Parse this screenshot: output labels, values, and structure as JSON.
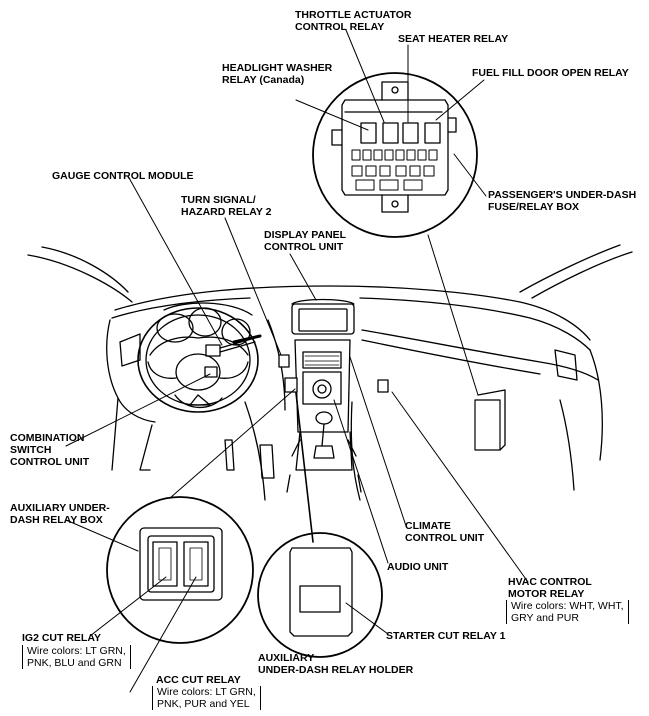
{
  "labels": {
    "throttle_actuator": [
      "THROTTLE ACTUATOR",
      "CONTROL RELAY"
    ],
    "seat_heater": [
      "SEAT HEATER RELAY"
    ],
    "headlight_washer": [
      "HEADLIGHT WASHER",
      "RELAY (Canada)"
    ],
    "fuel_fill_door": [
      "FUEL FILL DOOR OPEN RELAY"
    ],
    "gauge_control_module": [
      "GAUGE CONTROL MODULE"
    ],
    "turn_signal": [
      "TURN SIGNAL/",
      "HAZARD RELAY 2"
    ],
    "display_panel": [
      "DISPLAY PANEL",
      "CONTROL UNIT"
    ],
    "passenger_fuse_box": [
      "PASSENGER'S UNDER-DASH",
      "FUSE/RELAY BOX"
    ],
    "combination_switch": [
      "COMBINATION",
      "SWITCH",
      "CONTROL UNIT"
    ],
    "aux_relay_box": [
      "AUXILIARY UNDER-",
      "DASH RELAY BOX"
    ],
    "climate_control": [
      "CLIMATE",
      "CONTROL UNIT"
    ],
    "audio_unit": [
      "AUDIO UNIT"
    ],
    "hvac_relay": [
      "HVAC CONTROL",
      "MOTOR RELAY"
    ],
    "starter_cut": [
      "STARTER CUT RELAY 1"
    ],
    "ig2_cut": [
      "IG2 CUT RELAY"
    ],
    "aux_relay_holder": [
      "AUXILIARY",
      "UNDER-DASH RELAY HOLDER"
    ],
    "acc_cut": [
      "ACC CUT RELAY"
    ]
  },
  "wire_notes": {
    "hvac": [
      "Wire colors: WHT, WHT,",
      "GRY and PUR"
    ],
    "ig2": [
      "Wire colors: LT GRN,",
      "PNK, BLU and GRN"
    ],
    "acc": [
      "Wire colors: LT GRN,",
      "PNK, PUR and YEL"
    ]
  }
}
